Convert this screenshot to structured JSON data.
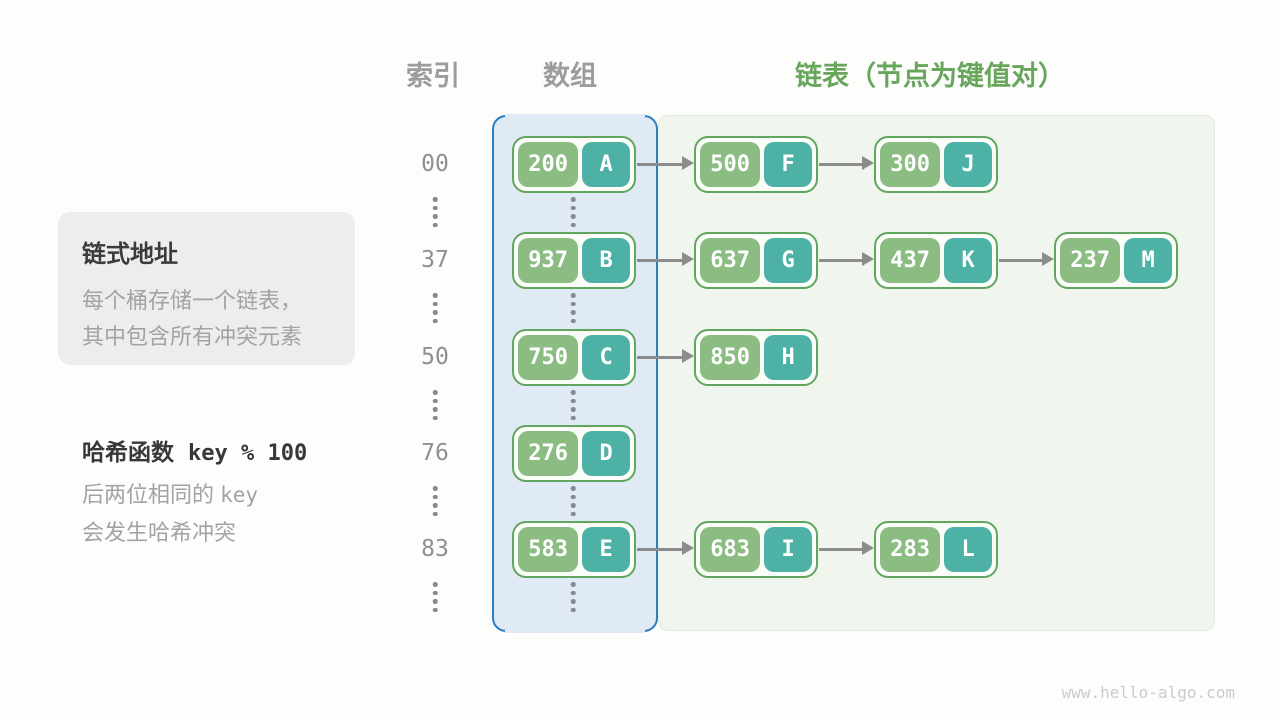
{
  "header": {
    "index_label": "索引",
    "array_label": "数组",
    "list_label": "链表",
    "list_note": "（节点为键值对）"
  },
  "info_card": {
    "title": "链式地址",
    "line1": "每个桶存储一个链表，",
    "line2": "其中包含所有冲突元素"
  },
  "hash_function": {
    "label": "哈希函数",
    "code": "key % 100"
  },
  "hash_desc": {
    "line1_text": "后两位相同的",
    "line1_code": "key",
    "line2": "会发生哈希冲突"
  },
  "rows": [
    {
      "index": "00",
      "bucket": {
        "key": "200",
        "value": "A"
      },
      "chain": [
        {
          "key": "500",
          "value": "F"
        },
        {
          "key": "300",
          "value": "J"
        }
      ]
    },
    {
      "index": "37",
      "bucket": {
        "key": "937",
        "value": "B"
      },
      "chain": [
        {
          "key": "637",
          "value": "G"
        },
        {
          "key": "437",
          "value": "K"
        },
        {
          "key": "237",
          "value": "M"
        }
      ]
    },
    {
      "index": "50",
      "bucket": {
        "key": "750",
        "value": "C"
      },
      "chain": [
        {
          "key": "850",
          "value": "H"
        }
      ]
    },
    {
      "index": "76",
      "bucket": {
        "key": "276",
        "value": "D"
      },
      "chain": []
    },
    {
      "index": "83",
      "bucket": {
        "key": "583",
        "value": "E"
      },
      "chain": [
        {
          "key": "683",
          "value": "I"
        },
        {
          "key": "283",
          "value": "L"
        }
      ]
    }
  ],
  "ellipsis_symbol": "⋮",
  "footer": {
    "watermark": "www.hello-algo.com"
  },
  "colors": {
    "key_pill": "#8bbc82",
    "value_pill": "#4db1a6",
    "node_border": "#61a65e",
    "array_panel_fill": "#dfeaf5",
    "array_panel_border": "#2a7fc1",
    "list_panel_fill": "#f0f6ee",
    "header_green": "#68a65e",
    "header_gray": "#9c9c9c",
    "arrow_gray": "#8c8c8c"
  }
}
